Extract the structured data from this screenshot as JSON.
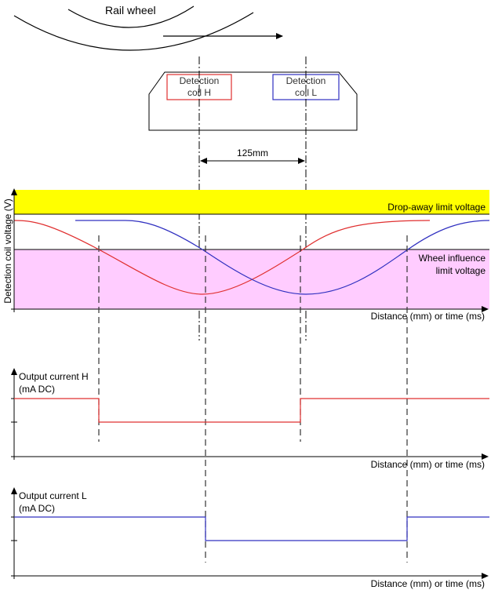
{
  "wheel": {
    "label": "Rail wheel"
  },
  "sensor": {
    "coil_h": [
      "Detection",
      "coil H"
    ],
    "coil_l": [
      "Detection",
      "coil L"
    ],
    "spacing_label": "125mm"
  },
  "voltage_plot": {
    "ylabel": "Detection coil voltage (V)",
    "xlabel": "Distance (mm) or time (ms)",
    "drop_away_label": "Drop-away limit voltage",
    "wheel_influence_label": [
      "Wheel influence",
      "limit voltage"
    ]
  },
  "current_h_plot": {
    "ylabel": [
      "Output current H",
      "(mA DC)"
    ],
    "xlabel": "Distance (mm) or time (ms)"
  },
  "current_l_plot": {
    "ylabel": [
      "Output current L",
      "(mA DC)"
    ],
    "xlabel": "Distance (mm) or time (ms)"
  },
  "colors": {
    "coil_h": "#e03030",
    "coil_l": "#3030c0",
    "drop_away_band": "#ffff00",
    "influence_band": "#ffccff"
  }
}
